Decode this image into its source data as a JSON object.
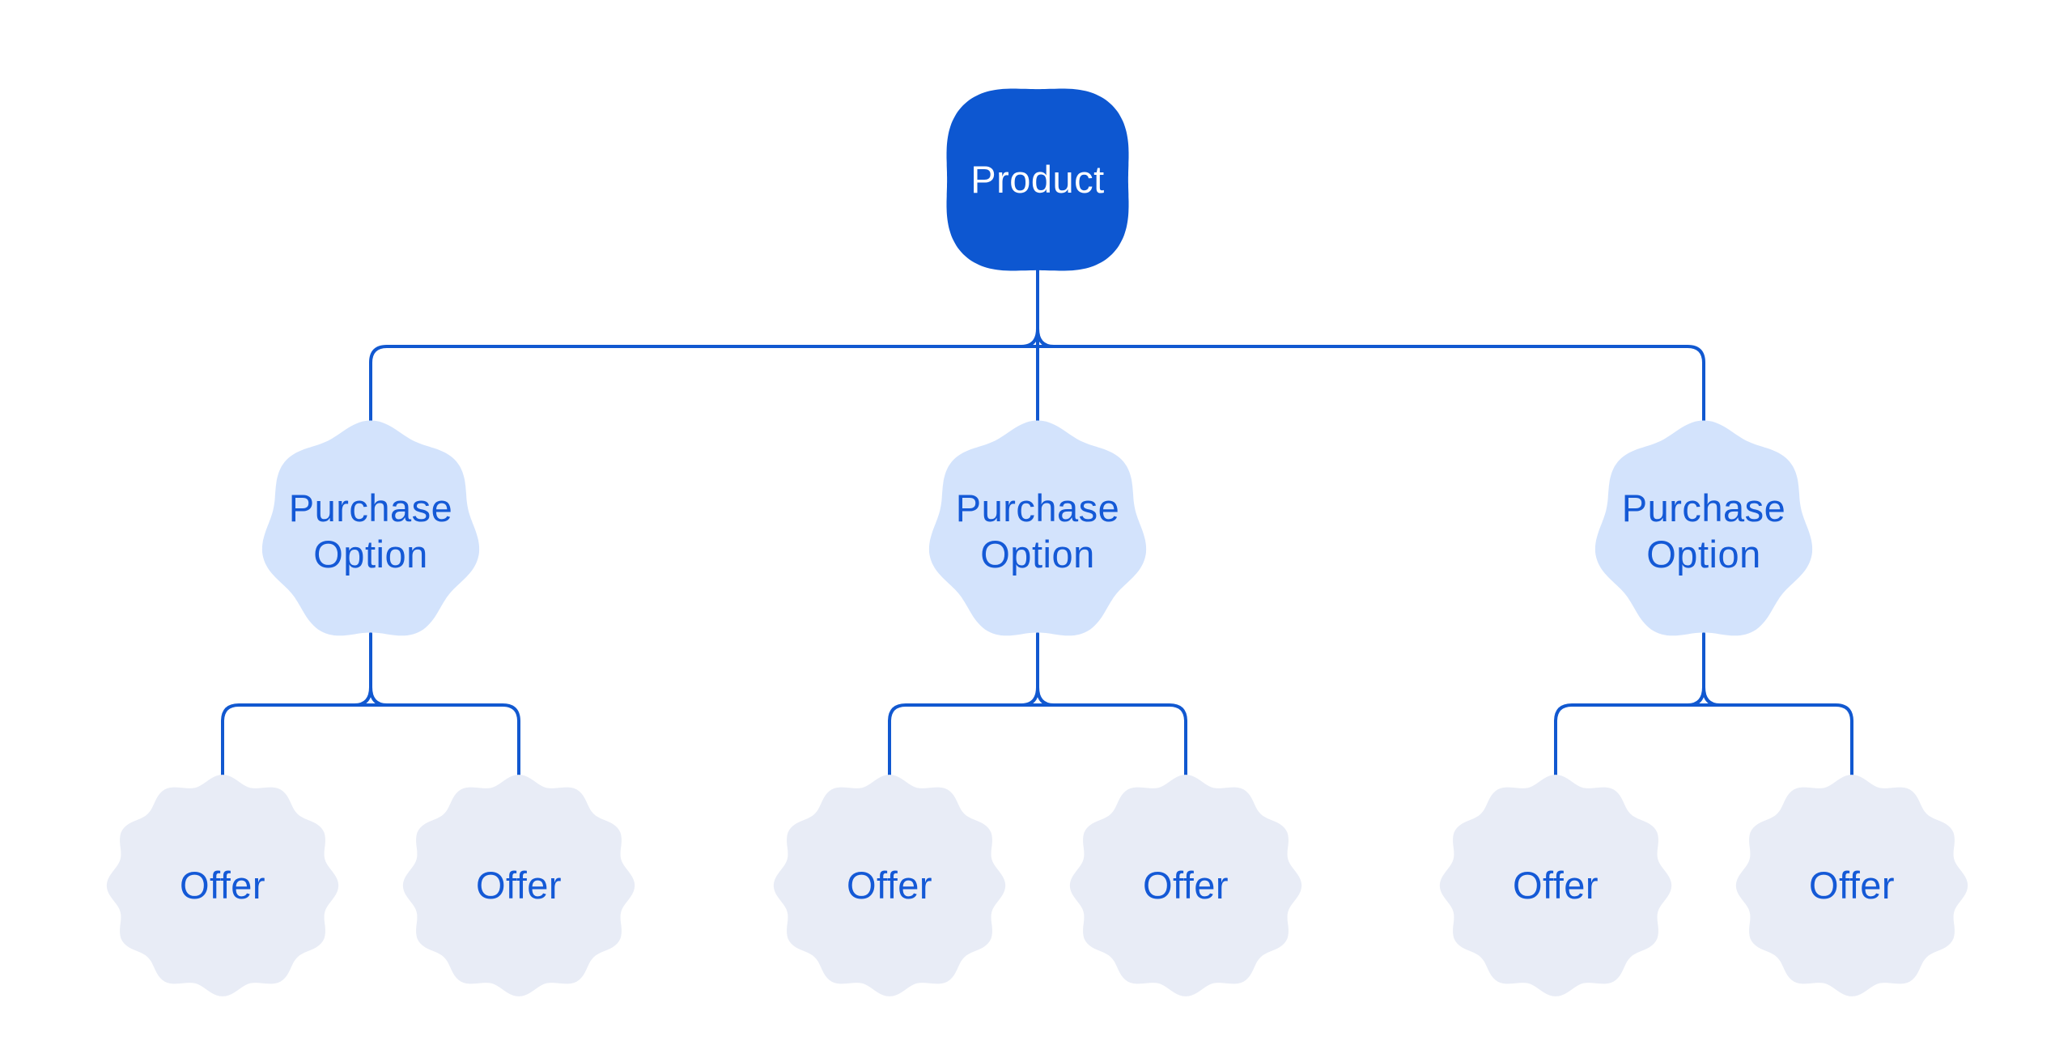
{
  "diagram": {
    "colors": {
      "background": "#ffffff",
      "connector": "#1158d0",
      "product_fill": "#0d57d1",
      "product_text": "#ffffff",
      "purchase_option_fill": "#d3e3fc",
      "offer_fill": "#e8ecf6",
      "label_text": "#1459d6"
    },
    "nodes": {
      "product": {
        "label": "Product"
      },
      "purchase_options": [
        {
          "lines": [
            "Purchase",
            "Option"
          ]
        },
        {
          "lines": [
            "Purchase",
            "Option"
          ]
        },
        {
          "lines": [
            "Purchase",
            "Option"
          ]
        }
      ],
      "offers": [
        {
          "label": "Offer"
        },
        {
          "label": "Offer"
        },
        {
          "label": "Offer"
        },
        {
          "label": "Offer"
        },
        {
          "label": "Offer"
        },
        {
          "label": "Offer"
        }
      ]
    }
  }
}
